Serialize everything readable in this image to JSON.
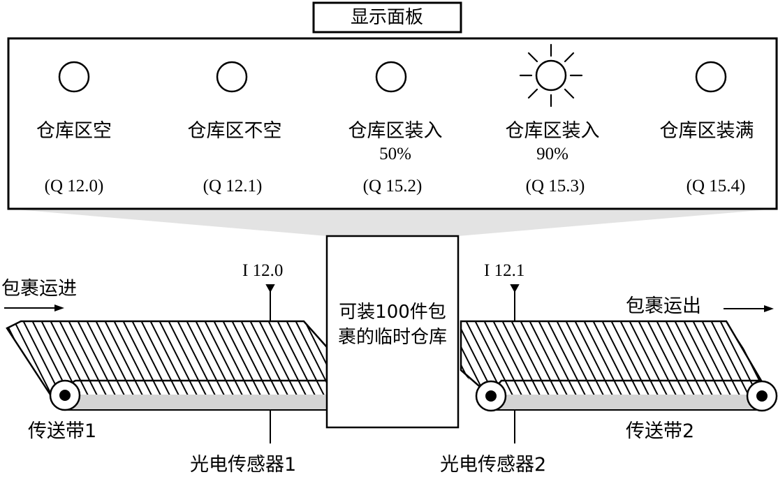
{
  "panel": {
    "title": "显示面板",
    "indicators": [
      {
        "label": "仓库区空",
        "label2": "",
        "address": "(Q 12.0)",
        "lit": false
      },
      {
        "label": "仓库区不空",
        "label2": "",
        "address": "(Q 12.1)",
        "lit": false
      },
      {
        "label": "仓库区装入",
        "label2": "50%",
        "address": "(Q 15.2)",
        "lit": false
      },
      {
        "label": "仓库区装入",
        "label2": "90%",
        "address": "(Q 15.3)",
        "lit": true
      },
      {
        "label": "仓库区装满",
        "label2": "",
        "address": "(Q 15.4)",
        "lit": false
      }
    ]
  },
  "warehouse": {
    "line1": "可装100件包",
    "line2": "裹的临时仓库"
  },
  "conveyor1": {
    "label": "传送带1",
    "flow_label": "包裹运进"
  },
  "conveyor2": {
    "label": "传送带2",
    "flow_label": "包裹运出"
  },
  "sensor1": {
    "input": "I 12.0",
    "label": "光电传感器1"
  },
  "sensor2": {
    "input": "I 12.1",
    "label": "光电传感器2"
  }
}
